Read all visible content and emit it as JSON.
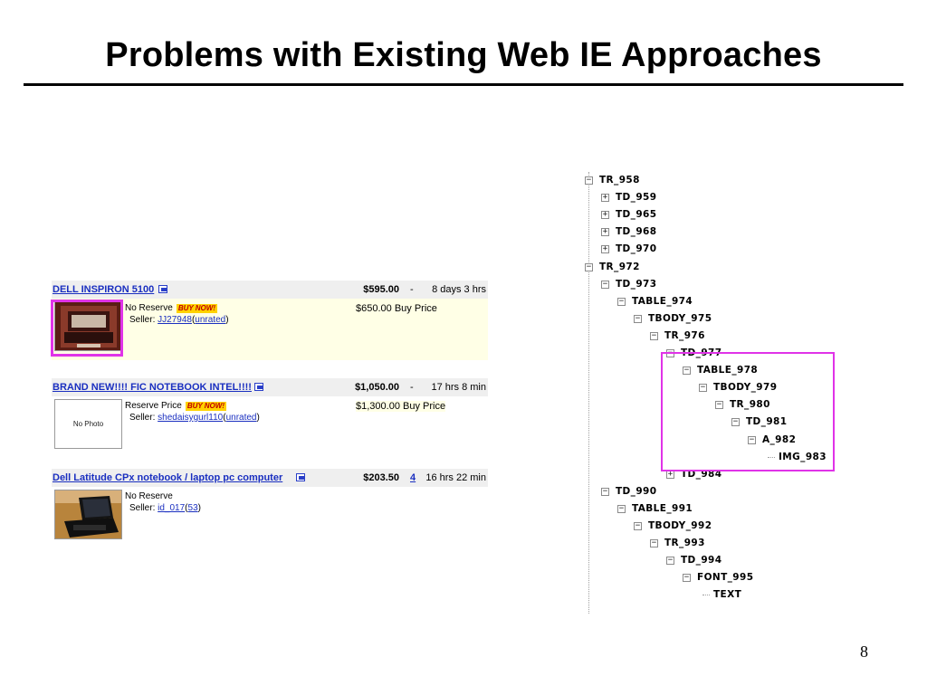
{
  "slide": {
    "title": "Problems with Existing Web IE Approaches",
    "page_number": "8"
  },
  "listings": [
    {
      "title": "DELL INSPIRON 5100",
      "price": "$595.00",
      "bids": "-",
      "time_left": "8 days 3 hrs",
      "reserve": "No Reserve",
      "buy_now_badge": "BUY NOW!",
      "seller_label": "Seller:",
      "seller_name": "JJ27948",
      "seller_rating": "unrated",
      "buy_price": "$650.00 Buy Price",
      "photo": "laptop-photo-dark"
    },
    {
      "title": "BRAND NEW!!!! FIC NOTEBOOK INTEL!!!!",
      "price": "$1,050.00",
      "bids": "-",
      "time_left": "17 hrs 8 min",
      "reserve": "Reserve Price",
      "buy_now_badge": "BUY NOW!",
      "seller_label": "Seller:",
      "seller_name": "shedaisygurl110",
      "seller_rating": "unrated",
      "buy_price": "$1,300.00 Buy Price",
      "no_photo_text": "No Photo"
    },
    {
      "title": "Dell Latitude CPx notebook / laptop pc computer",
      "price": "$203.50",
      "bids": "4",
      "time_left": "16 hrs 22 min",
      "reserve": "No Reserve",
      "seller_label": "Seller:",
      "seller_name": "id_017",
      "seller_rating": "53",
      "photo": "laptop-photo-black"
    }
  ],
  "tree_nodes": [
    {
      "label": "TR_958",
      "toggle": "minus"
    },
    {
      "label": "TD_959",
      "toggle": "plus"
    },
    {
      "label": "TD_965",
      "toggle": "plus"
    },
    {
      "label": "TD_968",
      "toggle": "plus"
    },
    {
      "label": "TD_970",
      "toggle": "plus"
    },
    {
      "label": "TR_972",
      "toggle": "minus"
    },
    {
      "label": "TD_973",
      "toggle": "minus"
    },
    {
      "label": "TABLE_974",
      "toggle": "minus"
    },
    {
      "label": "TBODY_975",
      "toggle": "minus"
    },
    {
      "label": "TR_976",
      "toggle": "minus"
    },
    {
      "label": "TD_977",
      "toggle": "minus"
    },
    {
      "label": "TABLE_978",
      "toggle": "minus"
    },
    {
      "label": "TBODY_979",
      "toggle": "minus"
    },
    {
      "label": "TR_980",
      "toggle": "minus"
    },
    {
      "label": "TD_981",
      "toggle": "minus"
    },
    {
      "label": "A_982",
      "toggle": "minus"
    },
    {
      "label": "IMG_983",
      "toggle": "none"
    },
    {
      "label": "TD_984",
      "toggle": "plus"
    },
    {
      "label": "TD_990",
      "toggle": "minus"
    },
    {
      "label": "TABLE_991",
      "toggle": "minus"
    },
    {
      "label": "TBODY_992",
      "toggle": "minus"
    },
    {
      "label": "TR_993",
      "toggle": "minus"
    },
    {
      "label": "TD_994",
      "toggle": "minus"
    },
    {
      "label": "FONT_995",
      "toggle": "minus"
    },
    {
      "label": "TEXT",
      "toggle": "none"
    }
  ],
  "colors": {
    "highlight": "#e033e8",
    "link": "#1a2fc0",
    "buy_now_bg": "#ffd200",
    "buy_now_text": "#c00000",
    "row_yellow": "#ffffe6"
  }
}
